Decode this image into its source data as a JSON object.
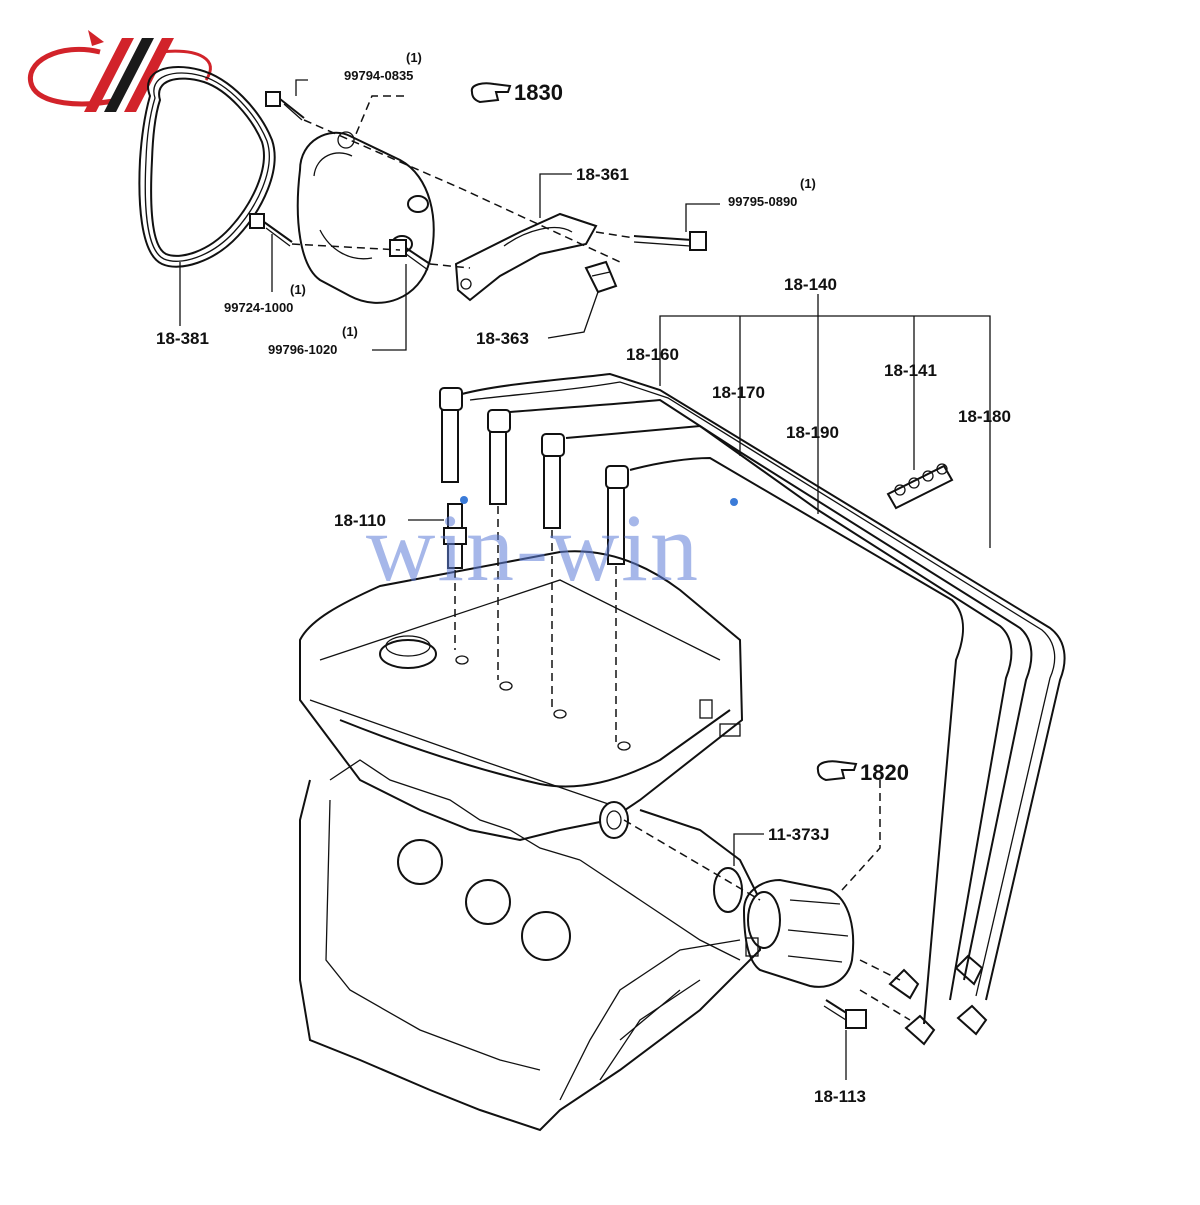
{
  "callouts": {
    "ref_1830": "1830",
    "ref_1820": "1820",
    "bolt_99794": "99794-0835",
    "bolt_99795": "99795-0890",
    "bolt_99724": "99724-1000",
    "bolt_99796": "99796-1020",
    "qty_99794": "(1)",
    "qty_99795": "(1)",
    "qty_99724": "(1)",
    "qty_99796": "(1)",
    "belt": "18-381",
    "bracket": "18-361",
    "clip": "18-363",
    "wire_set": "18-140",
    "wire_160": "18-160",
    "wire_170": "18-170",
    "wire_190": "18-190",
    "wire_180": "18-180",
    "holder": "18-141",
    "spark_plug": "18-110",
    "o_ring": "11-373J",
    "dist_bolt": "18-113"
  },
  "watermark": "win-win",
  "colors": {
    "logo_red": "#d2232a",
    "logo_dark": "#1a1a1a",
    "watermark_blue": "#5f7ed8",
    "line": "#111111"
  },
  "icons": [
    "hand-pointer-icon",
    "brand-logo"
  ]
}
